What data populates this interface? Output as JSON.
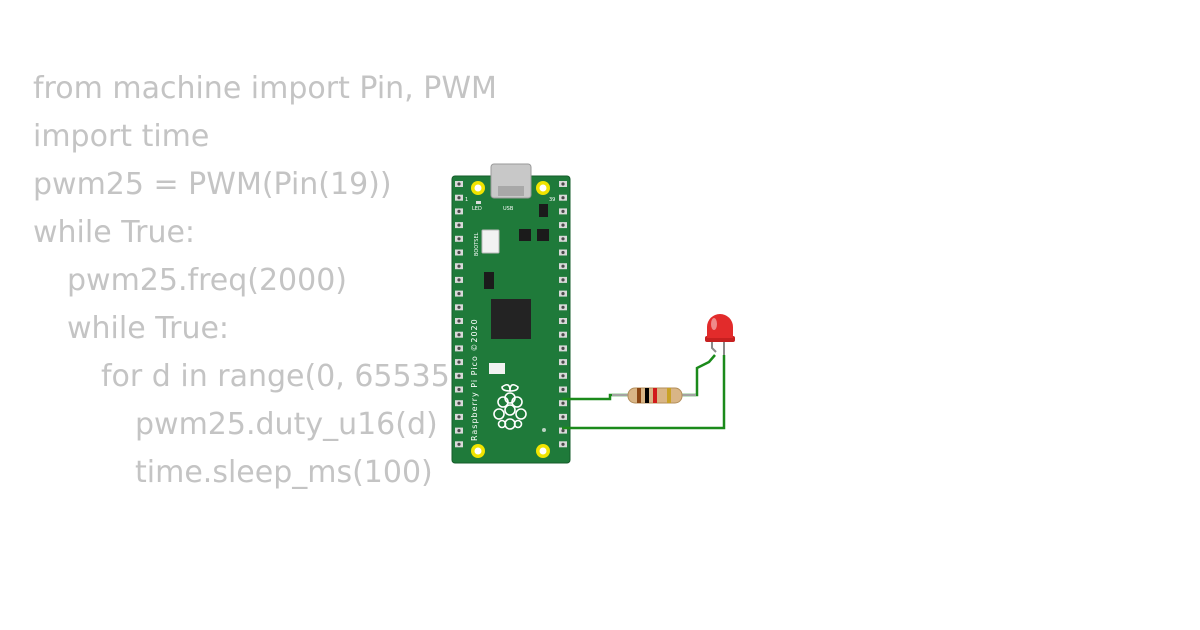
{
  "code_lines": [
    {
      "indent": 0,
      "text": "from machine import Pin, PWM"
    },
    {
      "indent": 0,
      "text": "import time"
    },
    {
      "indent": 0,
      "text": "pwm25 = PWM(Pin(19))"
    },
    {
      "indent": 0,
      "text": "while True:"
    },
    {
      "indent": 1,
      "text": "pwm25.freq(2000)"
    },
    {
      "indent": 1,
      "text": "while True:"
    },
    {
      "indent": 2,
      "text": "for d in range(0, 65535,"
    },
    {
      "indent": 3,
      "text": "pwm25.duty_u16(d)"
    },
    {
      "indent": 3,
      "text": "time.sleep_ms(100)"
    }
  ],
  "board": {
    "name": "Raspberry Pi Pico",
    "vertical_text": "Raspberry Pi Pico ©2020",
    "led_label": "LED",
    "usb_label": "USB",
    "bootsel_label": "BOOTSEL",
    "pin_1_label": "1",
    "pin_39_label": "39",
    "color": "#1f7a3a"
  },
  "components": {
    "resistor_bands": [
      "#8b4513",
      "#000000",
      "#d11a1a",
      "#c9a227"
    ],
    "led_color": "#e22b2b",
    "wire_color": "#1b8a1b"
  }
}
